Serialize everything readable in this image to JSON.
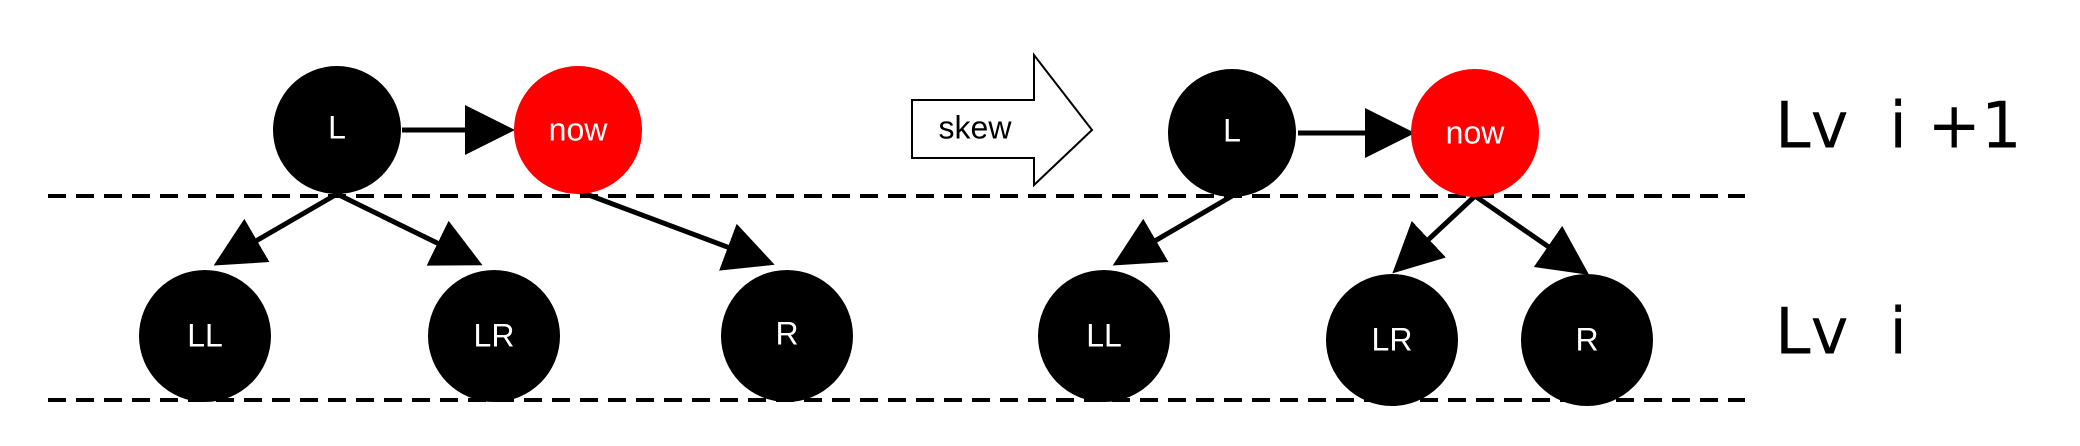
{
  "colors": {
    "node_black": "#000000",
    "node_red": "#ff0000",
    "label_white": "#ffffff",
    "line": "#000000",
    "background": "#ffffff"
  },
  "levels": {
    "upper": "Lv  i +1",
    "lower": "Lv  i"
  },
  "transition": {
    "label": "skew",
    "shape": "right-arrow"
  },
  "before": {
    "nodes": {
      "L": "L",
      "now": "now",
      "LL": "LL",
      "LR": "LR",
      "R": "R"
    }
  },
  "after": {
    "nodes": {
      "L": "L",
      "now": "now",
      "LL": "LL",
      "LR": "LR",
      "R": "R"
    }
  }
}
